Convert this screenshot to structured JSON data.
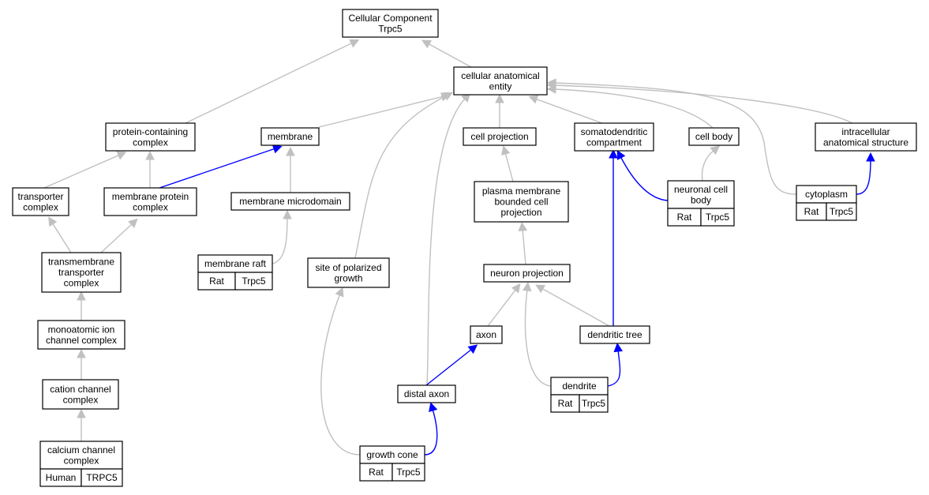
{
  "colors": {
    "edge_default": "#c0c0c0",
    "edge_highlight": "#0000ff",
    "annotation_yellow": "#ffd700",
    "annotation_red": "#f25a3c"
  },
  "nodes": [
    {
      "id": "root",
      "lines": [
        "Cellular Component",
        "Trpc5"
      ]
    },
    {
      "id": "cae",
      "lines": [
        "cellular anatomical",
        "entity"
      ]
    },
    {
      "id": "pcc",
      "lines": [
        "protein-containing",
        "complex"
      ]
    },
    {
      "id": "membrane",
      "lines": [
        "membrane"
      ]
    },
    {
      "id": "cellproj",
      "lines": [
        "cell projection"
      ]
    },
    {
      "id": "somato",
      "lines": [
        "somatodendritic",
        "compartment"
      ]
    },
    {
      "id": "cellbody",
      "lines": [
        "cell body"
      ]
    },
    {
      "id": "ias",
      "lines": [
        "intracellular",
        "anatomical structure"
      ]
    },
    {
      "id": "transporter",
      "lines": [
        "transporter",
        "complex"
      ]
    },
    {
      "id": "mpc",
      "lines": [
        "membrane protein",
        "complex"
      ]
    },
    {
      "id": "microdomain",
      "lines": [
        "membrane microdomain"
      ]
    },
    {
      "id": "pmbcp",
      "lines": [
        "plasma membrane",
        "bounded cell",
        "projection"
      ]
    },
    {
      "id": "ncb",
      "lines": [
        "neuronal cell",
        "body"
      ],
      "annotations": [
        {
          "label": "Rat",
          "color": "yellow"
        },
        {
          "label": "Trpc5",
          "color": "yellow"
        }
      ]
    },
    {
      "id": "cytoplasm",
      "lines": [
        "cytoplasm"
      ],
      "annotations": [
        {
          "label": "Rat",
          "color": "yellow"
        },
        {
          "label": "Trpc5",
          "color": "yellow"
        }
      ]
    },
    {
      "id": "tmtc",
      "lines": [
        "transmembrane",
        "transporter",
        "complex"
      ]
    },
    {
      "id": "raft",
      "lines": [
        "membrane raft"
      ],
      "annotations": [
        {
          "label": "Rat",
          "color": "yellow"
        },
        {
          "label": "Trpc5",
          "color": "yellow"
        }
      ]
    },
    {
      "id": "sopg",
      "lines": [
        "site of polarized",
        "growth"
      ]
    },
    {
      "id": "neuronproj",
      "lines": [
        "neuron projection"
      ]
    },
    {
      "id": "axon",
      "lines": [
        "axon"
      ]
    },
    {
      "id": "dendtree",
      "lines": [
        "dendritic tree"
      ]
    },
    {
      "id": "monoatomic",
      "lines": [
        "monoatomic ion",
        "channel complex"
      ]
    },
    {
      "id": "cation",
      "lines": [
        "cation channel",
        "complex"
      ]
    },
    {
      "id": "distalaxon",
      "lines": [
        "distal axon"
      ]
    },
    {
      "id": "dendrite",
      "lines": [
        "dendrite"
      ],
      "annotations": [
        {
          "label": "Rat",
          "color": "yellow"
        },
        {
          "label": "Trpc5",
          "color": "yellow"
        }
      ]
    },
    {
      "id": "calcium",
      "lines": [
        "calcium channel",
        "complex"
      ],
      "annotations": [
        {
          "label": "Human",
          "color": "red"
        },
        {
          "label": "TRPC5",
          "color": "red"
        }
      ]
    },
    {
      "id": "growthcone",
      "lines": [
        "growth cone"
      ],
      "annotations": [
        {
          "label": "Rat",
          "color": "yellow"
        },
        {
          "label": "Trpc5",
          "color": "yellow"
        }
      ]
    }
  ],
  "edges": [
    {
      "from": "cae",
      "to": "root",
      "highlight": false
    },
    {
      "from": "pcc",
      "to": "root",
      "highlight": false
    },
    {
      "from": "membrane",
      "to": "cae",
      "highlight": false
    },
    {
      "from": "cellproj",
      "to": "cae",
      "highlight": false
    },
    {
      "from": "somato",
      "to": "cae",
      "highlight": false
    },
    {
      "from": "cellbody",
      "to": "cae",
      "highlight": false
    },
    {
      "from": "ias",
      "to": "cae",
      "highlight": false
    },
    {
      "from": "cytoplasm",
      "to": "cae",
      "highlight": false
    },
    {
      "from": "sopg",
      "to": "cae",
      "highlight": false
    },
    {
      "from": "distalaxon",
      "to": "cae",
      "highlight": false
    },
    {
      "from": "transporter",
      "to": "pcc",
      "highlight": false
    },
    {
      "from": "mpc",
      "to": "pcc",
      "highlight": false
    },
    {
      "from": "mpc",
      "to": "membrane",
      "highlight": true
    },
    {
      "from": "microdomain",
      "to": "membrane",
      "highlight": false
    },
    {
      "from": "pmbcp",
      "to": "cellproj",
      "highlight": false
    },
    {
      "from": "ncb",
      "to": "somato",
      "highlight": true
    },
    {
      "from": "ncb",
      "to": "cellbody",
      "highlight": false
    },
    {
      "from": "cytoplasm",
      "to": "ias",
      "highlight": true
    },
    {
      "from": "tmtc",
      "to": "transporter",
      "highlight": false
    },
    {
      "from": "tmtc",
      "to": "mpc",
      "highlight": false
    },
    {
      "from": "raft",
      "to": "microdomain",
      "highlight": false
    },
    {
      "from": "neuronproj",
      "to": "pmbcp",
      "highlight": false
    },
    {
      "from": "axon",
      "to": "neuronproj",
      "highlight": false
    },
    {
      "from": "dendtree",
      "to": "neuronproj",
      "highlight": false
    },
    {
      "from": "dendrite",
      "to": "neuronproj",
      "highlight": false
    },
    {
      "from": "dendtree",
      "to": "somato",
      "highlight": true
    },
    {
      "from": "monoatomic",
      "to": "tmtc",
      "highlight": false
    },
    {
      "from": "cation",
      "to": "monoatomic",
      "highlight": false
    },
    {
      "from": "calcium",
      "to": "cation",
      "highlight": false
    },
    {
      "from": "distalaxon",
      "to": "axon",
      "highlight": true
    },
    {
      "from": "dendrite",
      "to": "dendtree",
      "highlight": true
    },
    {
      "from": "growthcone",
      "to": "sopg",
      "highlight": false
    },
    {
      "from": "growthcone",
      "to": "distalaxon",
      "highlight": true
    }
  ]
}
